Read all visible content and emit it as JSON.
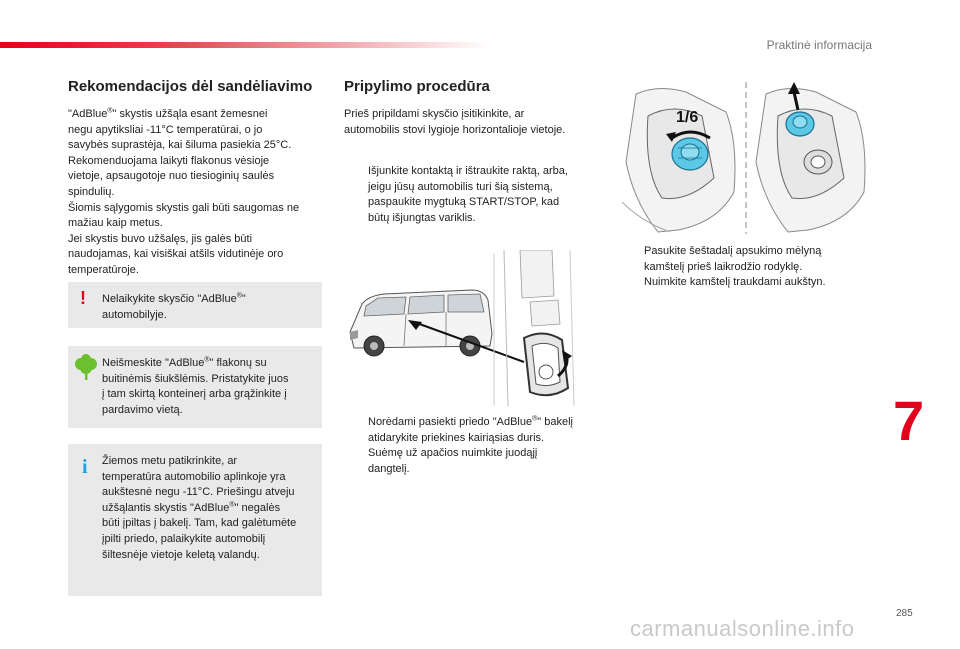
{
  "header": {
    "section_label": "Praktinė informacija"
  },
  "chapter": {
    "number": "7"
  },
  "footer": {
    "page_number": "285",
    "watermark": "carmanualsonline.info"
  },
  "left": {
    "title": "Rekomendacijos dėl sandėliavimo",
    "paragraph_lines": [
      "\"AdBlue®\" skystis užšąla esant žemesnei",
      "negu apytiksliai -11°C temperatūrai, o jo",
      "savybės suprastėja, kai šiluma pasiekia 25°C.",
      "Rekomenduojama laikyti flakonus vėsioje",
      "vietoje, apsaugotoje nuo tiesioginių saulės",
      "spindulių.",
      "Šiomis sąlygomis skystis gali būti saugomas ne",
      "mažiau kaip metus.",
      "Jei skystis buvo užšalęs, jis galės būti",
      "naudojamas, kai visiškai atšils vidutinėje oro",
      "temperatūroje."
    ],
    "warning_lines": [
      "Nelaikykite skysčio \"AdBlue®\"",
      "automobilyje."
    ],
    "eco_lines": [
      "Neišmeskite \"AdBlue®\" flakonų su",
      "buitinėmis šiukšlėmis. Pristatykite juos",
      "į tam skirtą konteinerį arba grąžinkite į",
      "pardavimo vietą."
    ],
    "info_lines": [
      "Žiemos metu patikrinkite, ar",
      "temperatūra automobilio aplinkoje yra",
      "aukštesnė negu -11°C. Priešingu atveju",
      "užšąlantis skystis \"AdBlue®\" negalės",
      "būti įpiltas į bakelį. Tam, kad galėtumėte",
      "įpilti priedo, palaikykite automobilį",
      "šiltesnėje vietoje keletą valandų."
    ]
  },
  "middle": {
    "title": "Pripylimo procedūra",
    "intro_lines": [
      "Prieš pripildami skysčio įsitikinkite, ar",
      "automobilis stovi lygioje horizontalioje vietoje."
    ],
    "bullets_a": [
      [
        "Išjunkite kontaktą ir ištraukite raktą, arba,",
        "jeigu jūsų automobilis turi šią sistemą,",
        "paspaukite mygtuką START/STOP, kad",
        "būtų išjungtas variklis."
      ]
    ],
    "bullets_b": [
      [
        "Norėdami pasiekti priedo \"AdBlue®\" bakelį",
        "atidarykite priekines kairiąsias duris."
      ],
      [
        "Suėmę už apačios nuimkite juodąjį",
        "dangtelį."
      ]
    ]
  },
  "right": {
    "bullets": [
      [
        "Pasukite šeštadalį apsukimo mėlyną",
        "kamštelį prieš laikrodžio rodyklę."
      ],
      [
        "Nuimkite kamštelį traukdami aukštyn."
      ]
    ],
    "illustration_label": "1/6"
  },
  "bullet_glyph": "",
  "colors": {
    "accent_red": "#e2001a",
    "note_bg": "#e9e9e9",
    "cap_blue": "#5bc8e8",
    "eco_green": "#6cbf2f",
    "info_blue": "#1aa3e0"
  },
  "icons": {
    "warning": "exclamation-icon",
    "eco": "leaf-icon",
    "info": "info-icon"
  }
}
